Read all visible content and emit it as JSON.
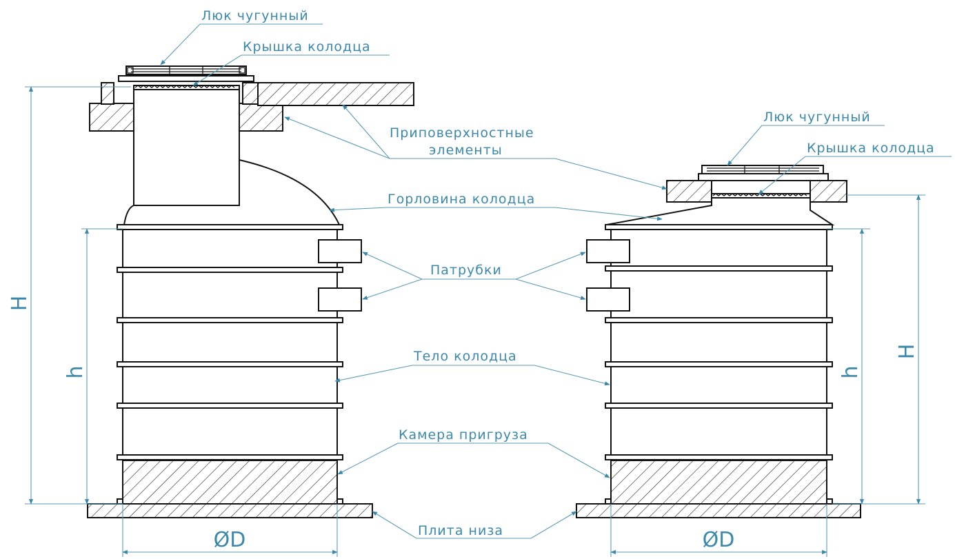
{
  "labels": {
    "hatch_left": "Люк чугунный",
    "cover_left": "Крышка колодца",
    "surface_1": "Приповерхностные",
    "surface_2": "элементы",
    "hatch_right": "Люк чугунный",
    "cover_right": "Крышка колодца",
    "neck": "Горловина колодца",
    "pipes": "Патрубки",
    "body": "Тело колодца",
    "ballast": "Камера пригруза",
    "base": "Плита низа"
  },
  "dims": {
    "H_left": "H",
    "h_left": "h",
    "D_left": "ØD",
    "h_right": "h",
    "H_right": "H",
    "D_right": "ØD"
  },
  "colors": {
    "annotation": "#3b88ab",
    "line": "#111111"
  }
}
